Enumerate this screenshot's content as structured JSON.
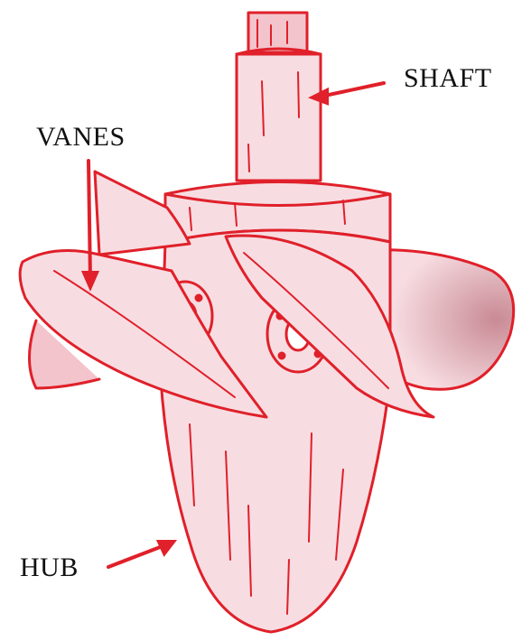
{
  "labels": {
    "shaft": "SHAFT",
    "vanes": "VANES",
    "hub": "HUB"
  },
  "colors": {
    "stroke": "#e0202a",
    "fill": "#f7dde2",
    "fill_dark": "#e9bcc4",
    "label": "#111111"
  }
}
